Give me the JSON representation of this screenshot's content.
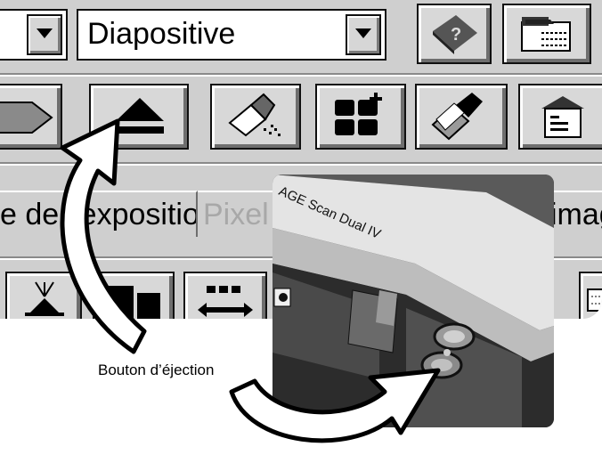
{
  "toolbar": {
    "film_type": {
      "value": "Diapositive"
    },
    "buttons": {
      "help": "help-book-icon",
      "preferences": "preferences-icon",
      "advance": "advance-arrow-icon",
      "eject": "eject-icon",
      "clear": "eraser-brush-icon",
      "index": "index-grid-icon",
      "scan_clear": "brush-icon",
      "save": "save-file-icon"
    }
  },
  "tabs": [
    {
      "label": "e de l'exposition"
    },
    {
      "label": "Pixel"
    },
    {
      "label": "imag"
    }
  ],
  "scanner": {
    "brand_text": "AGE Scan Dual IV"
  },
  "caption": {
    "text": "Bouton d’éjection"
  },
  "colors": {
    "panel": "#cfcfcf",
    "frame": "#101010",
    "tab_dim_text": "#a8a8a8"
  }
}
